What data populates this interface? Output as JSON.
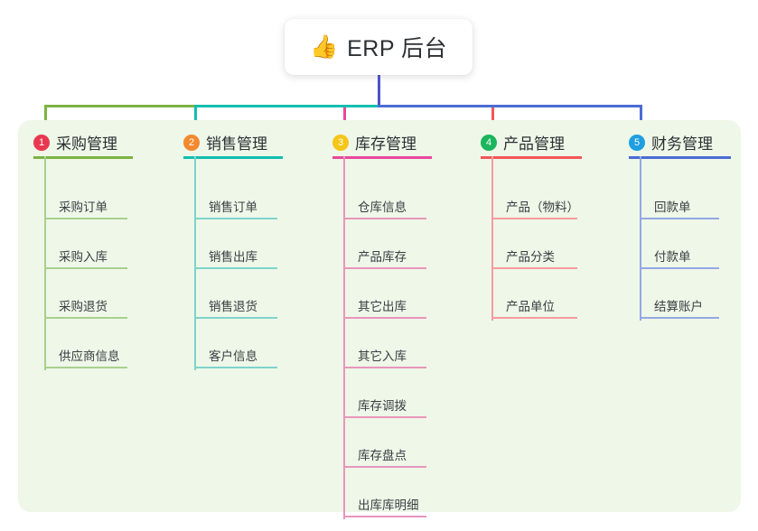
{
  "root": {
    "icon": "thumbs-up-icon",
    "emoji": "👍",
    "title": "ERP 后台"
  },
  "theme": {
    "canvas_bg": "#ffffff",
    "panel_bg": "#eef7e8",
    "trunk_color": "#4f52c4",
    "root_text": "#2c3033",
    "leaf_text": "#3a3f43"
  },
  "columns": [
    {
      "index": "1",
      "title": "采购管理",
      "badge_color": "#e8384f",
      "line_color": "#7cb342",
      "leaf_line_color": "#a9d08e",
      "items": [
        {
          "label": "采购订单"
        },
        {
          "label": "采购入库"
        },
        {
          "label": "采购退货"
        },
        {
          "label": "供应商信息"
        }
      ]
    },
    {
      "index": "2",
      "title": "销售管理",
      "badge_color": "#f2892f",
      "line_color": "#12bfb0",
      "leaf_line_color": "#7ed4cc",
      "items": [
        {
          "label": "销售订单"
        },
        {
          "label": "销售出库"
        },
        {
          "label": "销售退货"
        },
        {
          "label": "客户信息"
        }
      ]
    },
    {
      "index": "3",
      "title": "库存管理",
      "badge_color": "#f5c518",
      "line_color": "#e9489c",
      "leaf_line_color": "#e995bd",
      "items": [
        {
          "label": "仓库信息"
        },
        {
          "label": "产品库存"
        },
        {
          "label": "其它出库"
        },
        {
          "label": "其它入库"
        },
        {
          "label": "库存调拨"
        },
        {
          "label": "库存盘点"
        },
        {
          "label": "出库库明细"
        }
      ]
    },
    {
      "index": "4",
      "title": "产品管理",
      "badge_color": "#1bb55c",
      "line_color": "#f4565a",
      "leaf_line_color": "#f79b9e",
      "items": [
        {
          "label": "产品（物料）"
        },
        {
          "label": "产品分类"
        },
        {
          "label": "产品单位"
        }
      ]
    },
    {
      "index": "5",
      "title": "财务管理",
      "badge_color": "#1e9fe0",
      "line_color": "#4b6cd4",
      "leaf_line_color": "#93a8e4",
      "items": [
        {
          "label": "回款单"
        },
        {
          "label": "付款单"
        },
        {
          "label": "结算账户"
        }
      ]
    }
  ]
}
